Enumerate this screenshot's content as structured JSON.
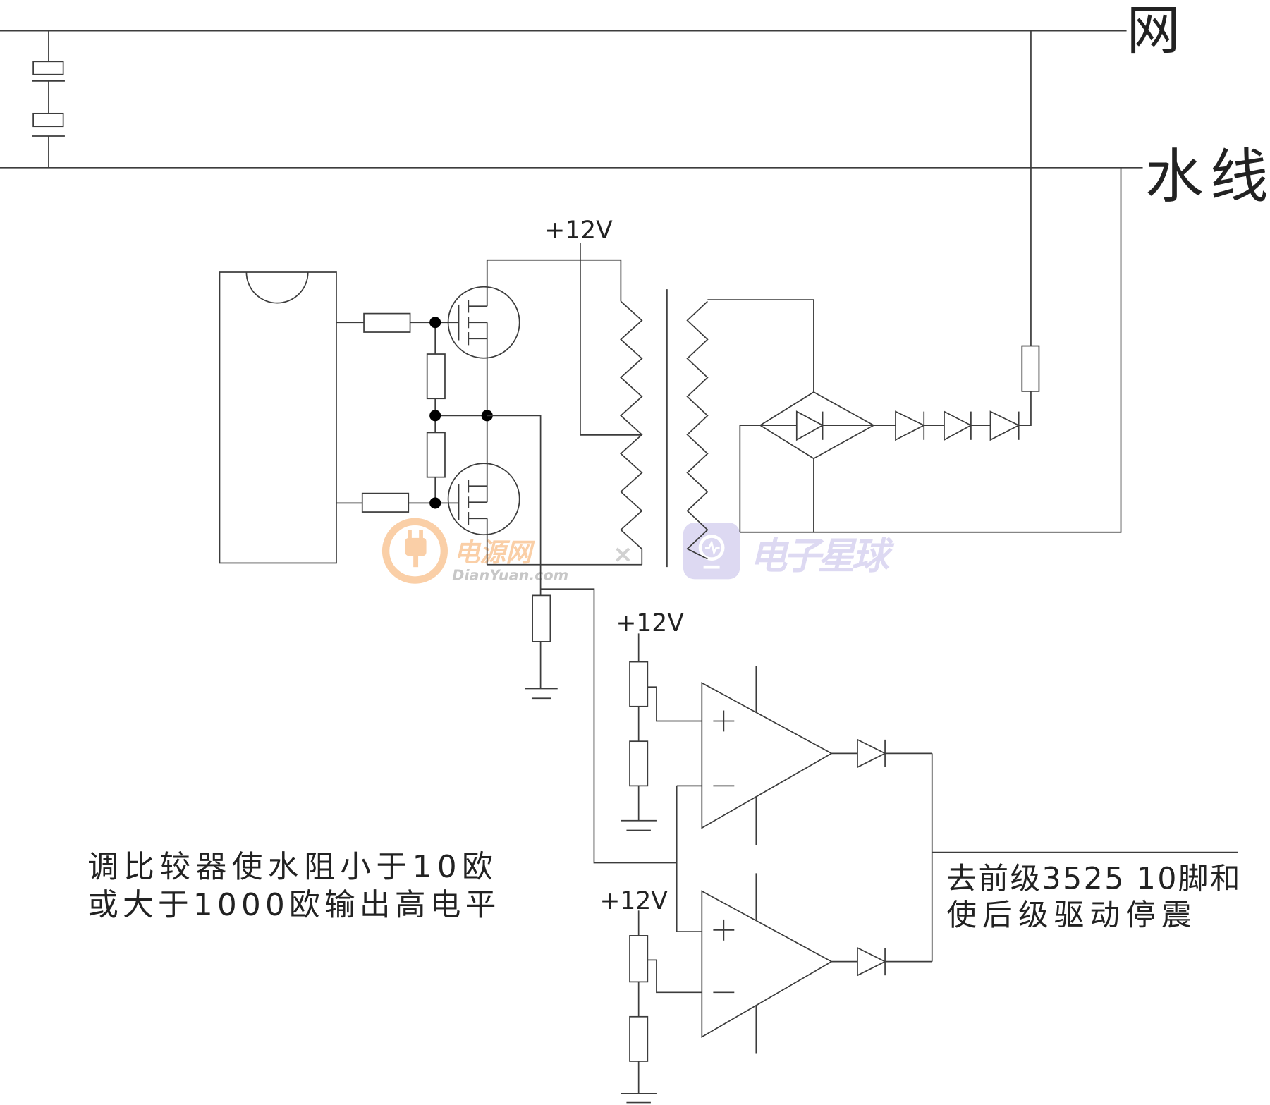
{
  "labels": {
    "mains_top": "网",
    "mains_bottom": "水线",
    "vcc_top": "+12V",
    "vcc_mid": "+12V",
    "vcc_bottom": "+12V"
  },
  "notes": {
    "left_line1": "调比较器使水阻小于10欧",
    "left_line2": "或大于1000欧输出高电平",
    "right_line1": "去前级3525 10脚和",
    "right_line2": "使后级驱动停震"
  },
  "watermarks": {
    "dianyuan_name": "电源网",
    "dianyuan_url": "DianYuan.com",
    "separator": "×",
    "eestar_name": "电子星球"
  },
  "colors": {
    "line": "#3c3c3c",
    "text": "#222222",
    "wm_orange": "#f6a860",
    "wm_gray": "#9a9a9a",
    "wm_purple": "#c7c1ea"
  }
}
